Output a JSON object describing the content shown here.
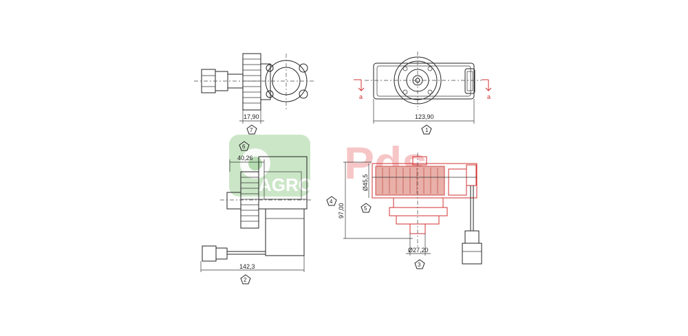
{
  "watermark": {
    "brand_left": "AGRO",
    "brand_right": "Pds",
    "colors": {
      "green": "#3fa340",
      "red": "#e0353b"
    }
  },
  "dimensions": {
    "top_left_width": "17,90",
    "top_right_length": "123,90",
    "bottom_left_width": "40,26",
    "bottom_left_length": "142,3",
    "bottom_right_height": "97,00",
    "bottom_right_dia_large": "Ø45,5",
    "bottom_right_dia_small": "Ø27,20"
  },
  "balloons": {
    "b1": "1",
    "b2": "2",
    "b3": "3",
    "b4": "4",
    "b5": "5",
    "b6": "6",
    "b7": "7"
  },
  "section_marks": {
    "left": "a",
    "right": "a"
  }
}
